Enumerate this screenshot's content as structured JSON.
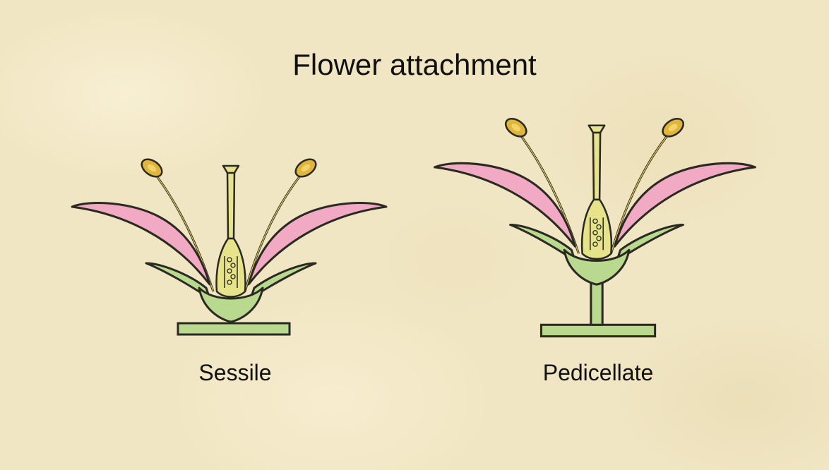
{
  "title": "Flower attachment",
  "diagrams": [
    {
      "label": "Sessile"
    },
    {
      "label": "Pedicellate"
    }
  ],
  "colors": {
    "petal": "#f2a9c4",
    "sepal": "#b9d98f",
    "stem": "#b9d98f",
    "pistil": "#e6e38a",
    "anther": "#e0b53a",
    "outline": "#2b2a22",
    "background": "#f1e6c3"
  }
}
